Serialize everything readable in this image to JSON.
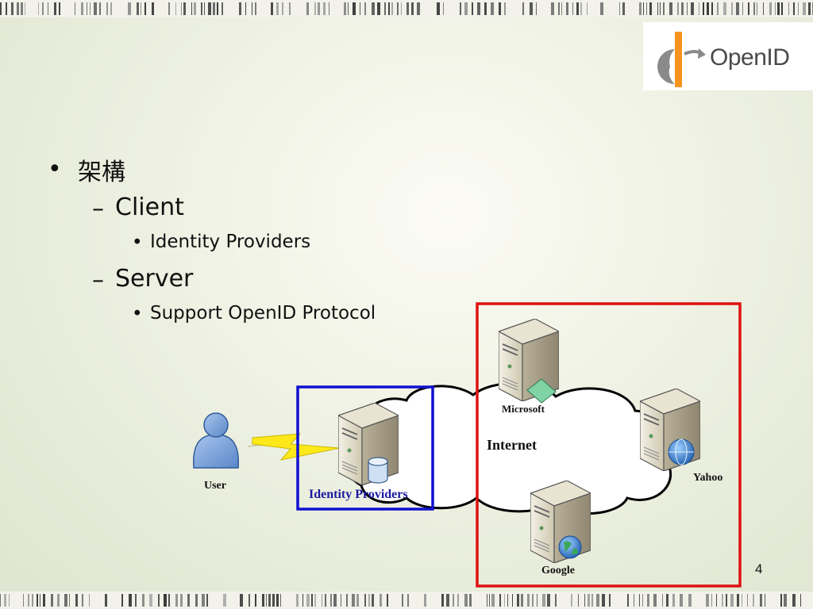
{
  "logo": {
    "text": "OpenID"
  },
  "bullets": {
    "level1": "架構",
    "client": "Client",
    "client_item": "Identity Providers",
    "server": "Server",
    "server_item": "Support OpenID Protocol"
  },
  "diagram": {
    "user": "User",
    "identity_providers": "Identity Providers",
    "internet": "Internet",
    "microsoft": "Microsoft",
    "yahoo": "Yahoo",
    "google": "Google"
  },
  "page_number": "4",
  "colors": {
    "idp_box": "#1010d0",
    "servers_box": "#e01010",
    "idp_label": "#1a1aa0",
    "openid_orange": "#f7931e",
    "openid_gray": "#8a8a8a"
  }
}
